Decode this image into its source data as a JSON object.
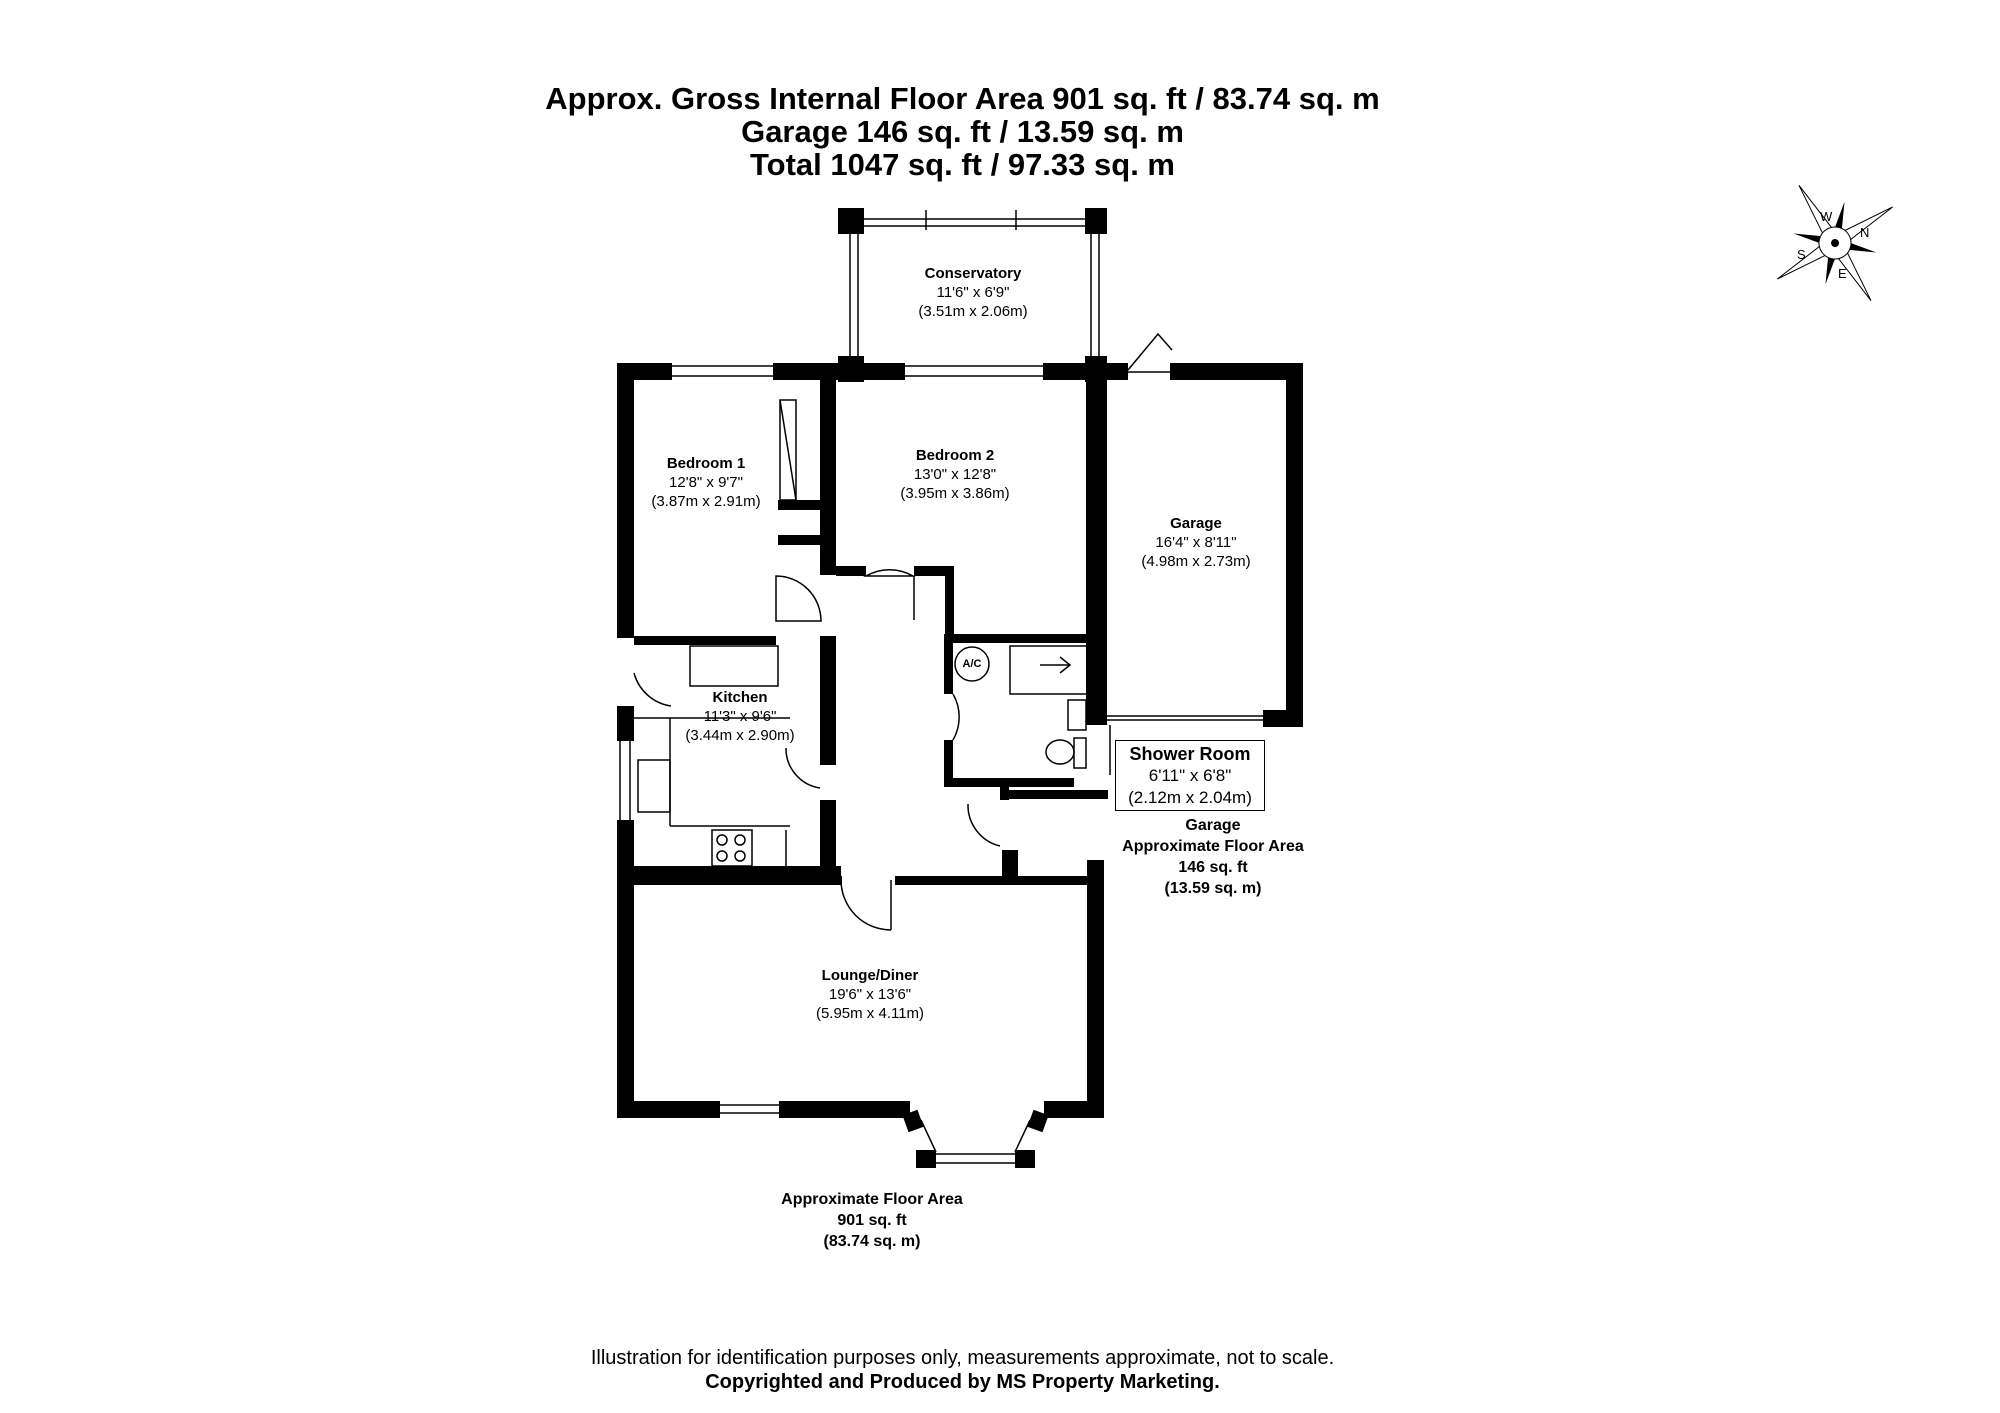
{
  "header": {
    "line1": "Approx. Gross Internal Floor Area 901 sq. ft / 83.74 sq. m",
    "line2": "Garage 146 sq. ft / 13.59 sq. m",
    "line3": "Total 1047 sq. ft / 97.33 sq. m"
  },
  "compass": {
    "n": "N",
    "e": "E",
    "s": "S",
    "w": "W"
  },
  "rooms": {
    "conservatory": {
      "name": "Conservatory",
      "imperial": "11'6\" x 6'9\"",
      "metric": "(3.51m x 2.06m)"
    },
    "bedroom1": {
      "name": "Bedroom 1",
      "imperial": "12'8\" x 9'7\"",
      "metric": "(3.87m x 2.91m)"
    },
    "bedroom2": {
      "name": "Bedroom 2",
      "imperial": "13'0\" x 12'8\"",
      "metric": "(3.95m x 3.86m)"
    },
    "garage": {
      "name": "Garage",
      "imperial": "16'4\" x 8'11\"",
      "metric": "(4.98m x 2.73m)"
    },
    "kitchen": {
      "name": "Kitchen",
      "imperial": "11'3\" x 9'6\"",
      "metric": "(3.44m x 2.90m)"
    },
    "shower": {
      "name": "Shower Room",
      "imperial": "6'11\" x 6'8\"",
      "metric": "(2.12m x 2.04m)"
    },
    "lounge": {
      "name": "Lounge/Diner",
      "imperial": "19'6\" x 13'6\"",
      "metric": "(5.95m x 4.11m)"
    },
    "ac": {
      "name": "A/C"
    }
  },
  "garage_area": {
    "line1": "Garage",
    "line2": "Approximate Floor Area",
    "line3": "146 sq. ft",
    "line4": "(13.59 sq. m)"
  },
  "main_area": {
    "line1": "Approximate Floor Area",
    "line2": "901 sq. ft",
    "line3": "(83.74 sq. m)"
  },
  "footer": {
    "disclaimer": "Illustration for identification purposes only, measurements approximate, not to scale.",
    "copyright": "Copyrighted  and Produced by MS Property Marketing."
  }
}
